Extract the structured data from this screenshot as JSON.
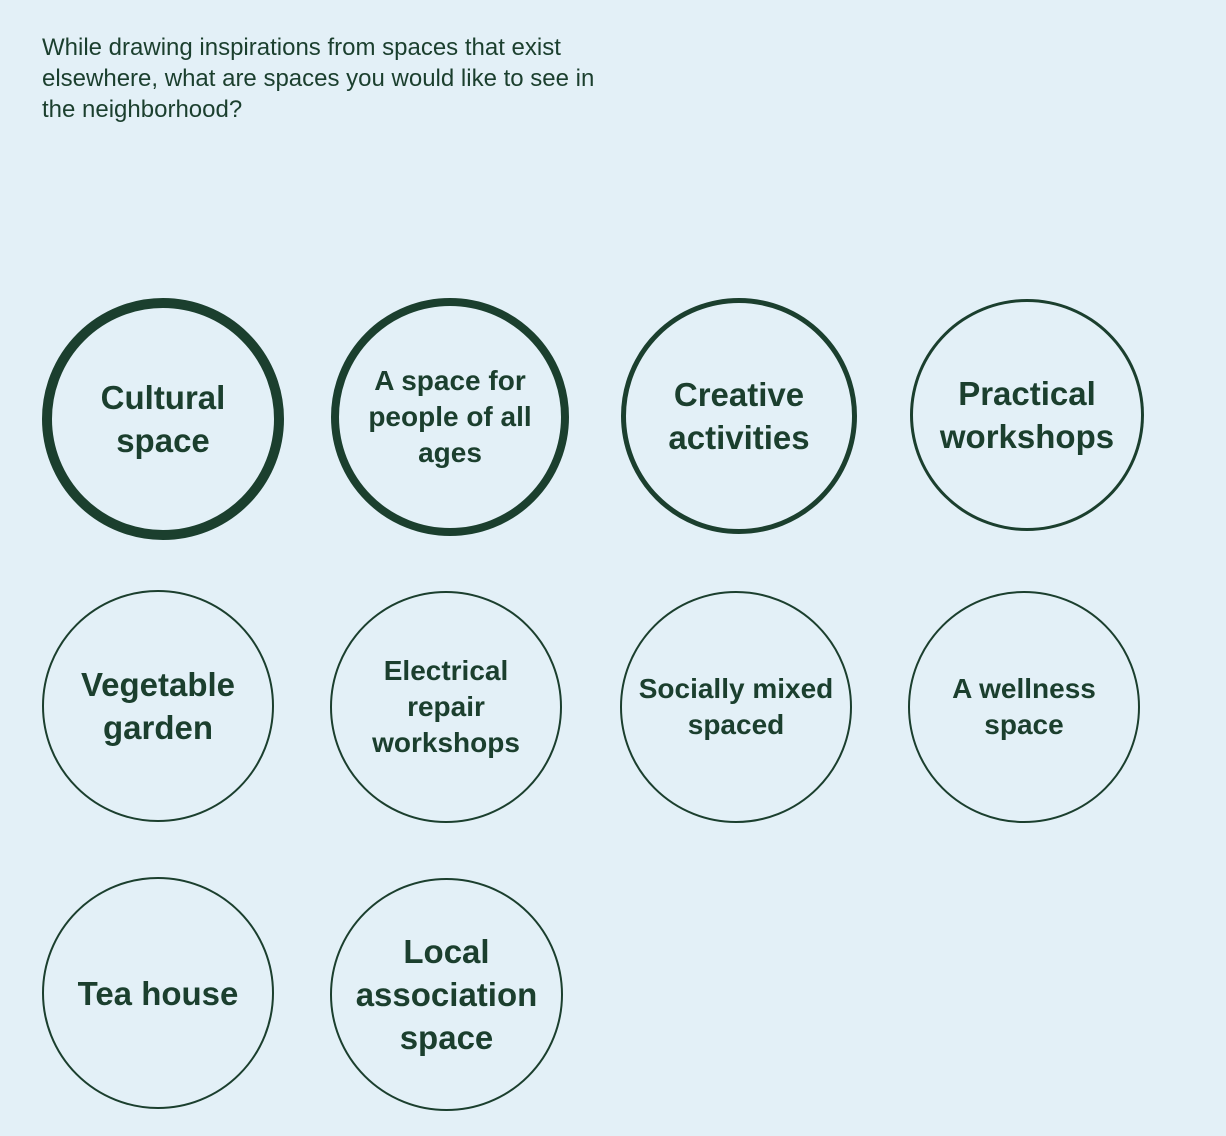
{
  "question": "While drawing inspirations from spaces that exist elsewhere, what are spaces you would like to see in the neighborhood?",
  "options": [
    {
      "label": "Cultural space"
    },
    {
      "label": "A space for people of all ages"
    },
    {
      "label": "Creative activities"
    },
    {
      "label": "Practical workshops"
    },
    {
      "label": "Vegetable garden"
    },
    {
      "label": "Electrical repair workshops"
    },
    {
      "label": "Socially mixed spaced"
    },
    {
      "label": "A wellness space"
    },
    {
      "label": "Tea house"
    },
    {
      "label": "Local association space"
    }
  ],
  "colors": {
    "background": "#E3F0F7",
    "foreground": "#1B3F2E"
  }
}
